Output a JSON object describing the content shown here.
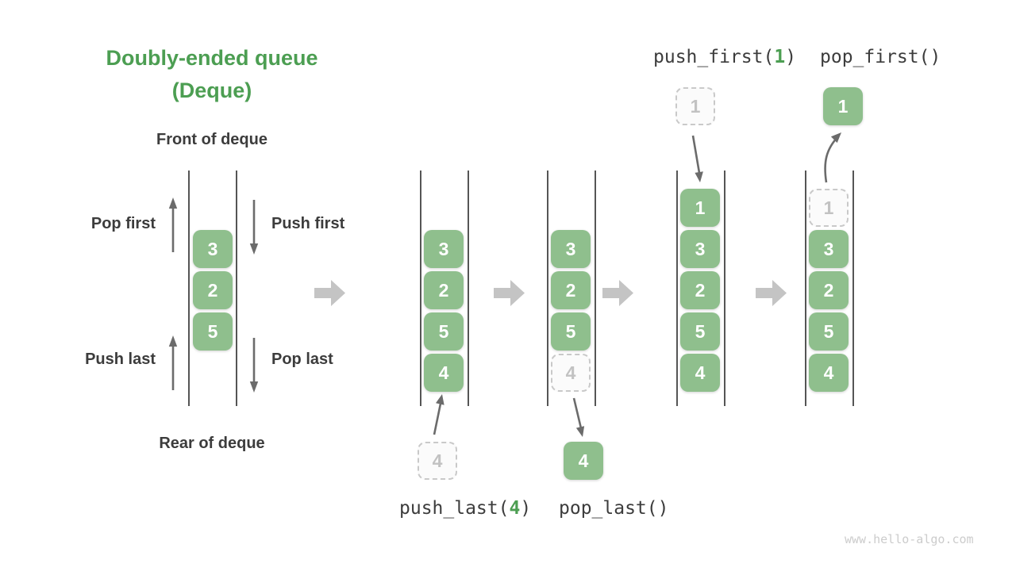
{
  "title": {
    "line1": "Doubly-ended queue",
    "line2": "(Deque)"
  },
  "labels": {
    "front_of_deque": "Front of deque",
    "rear_of_deque": "Rear of deque",
    "pop_first": "Pop first",
    "push_first": "Push first",
    "push_last": "Push last",
    "pop_last": "Pop last"
  },
  "operations": {
    "push_first_prefix": "push_first(",
    "push_first_arg": "1",
    "push_first_suffix": ")",
    "pop_first": "pop_first()",
    "push_last_prefix": "push_last(",
    "push_last_arg": "4",
    "push_last_suffix": ")",
    "pop_last": "pop_last()"
  },
  "stages": [
    {
      "name": "initial-deque",
      "cells": [
        "3",
        "2",
        "5"
      ]
    },
    {
      "name": "after-push-last",
      "cells": [
        "3",
        "2",
        "5",
        "4"
      ],
      "incoming": "4"
    },
    {
      "name": "after-pop-last",
      "cells": [
        "3",
        "2",
        "5"
      ],
      "ghost": "4",
      "outgoing": "4"
    },
    {
      "name": "after-push-first",
      "cells": [
        "1",
        "3",
        "2",
        "5",
        "4"
      ],
      "incoming": "1"
    },
    {
      "name": "after-pop-first",
      "cells": [
        "3",
        "2",
        "5",
        "4"
      ],
      "ghost": "1",
      "outgoing": "1"
    }
  ],
  "icons": [
    "arrow-up-icon",
    "arrow-down-icon",
    "arrow-right-icon",
    "arrow-curve-up-icon"
  ],
  "colors": {
    "accent-green": "#4C9E52",
    "cell-green": "#8FBF8D",
    "dark-text": "#3C3C3C",
    "arrow-dark": "#6B6B6B",
    "arrow-light": "#C4C4C4",
    "ghost-border": "#C9C9C9",
    "ghost-text": "#C2C2C2",
    "line-color": "#555555",
    "watermark": "#CCCCCC"
  },
  "watermark": "www.hello-algo.com"
}
